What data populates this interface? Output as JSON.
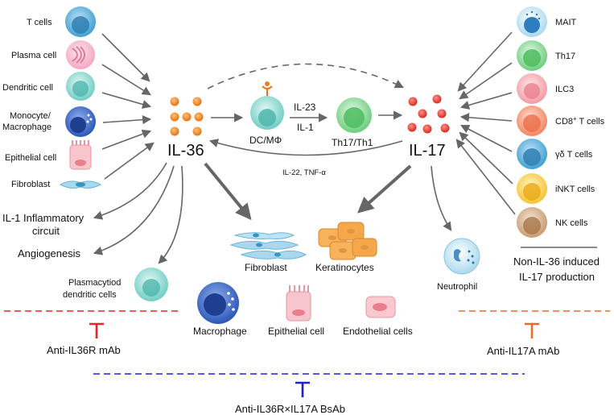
{
  "left_sources": [
    {
      "label": "T cells"
    },
    {
      "label": "Plasma cell"
    },
    {
      "label": "Dendritic cell"
    },
    {
      "label_line1": "Monocyte/",
      "label_line2": "Macrophage"
    },
    {
      "label": "Epithelial cell"
    },
    {
      "label": "Fibroblast"
    }
  ],
  "right_sources": [
    {
      "label": "MAIT"
    },
    {
      "label": "Th17"
    },
    {
      "label": "ILC3"
    },
    {
      "label_main": "CD8",
      "label_sup": "+",
      "label_rest": " T cells"
    },
    {
      "label": "γδ T cells"
    },
    {
      "label": "iNKT cells"
    },
    {
      "label": "NK cells"
    }
  ],
  "center": {
    "il36_label": "IL-36",
    "il17_label": "IL-17",
    "dc_label": "DC/MΦ",
    "th_label": "Th17/Th1",
    "il23_label": "IL-23",
    "il1_label": "IL-1",
    "feedback_label": "IL-22, TNF-α"
  },
  "il36_targets": {
    "il1_circuit_line1": "IL-1 Inflammatory",
    "il1_circuit_line2": "circuit",
    "angiogenesis": "Angiogenesis",
    "pdc_line1": "Plasmacytiod",
    "pdc_line2": "dendritic cells"
  },
  "downstream": {
    "fibroblast": "Fibroblast",
    "keratinocytes": "Keratinocytes",
    "neutrophil": "Neutrophil",
    "macrophage": "Macrophage",
    "epithelial": "Epithelial cell",
    "endothelial": "Endothelial cells"
  },
  "non_il36_line1": "Non-IL-36 induced",
  "non_il36_line2": "IL-17 production",
  "inhibitors": {
    "il36r": {
      "label": "Anti-IL36R mAb",
      "color": "#e8262a"
    },
    "il17a": {
      "label": "Anti-IL17A mAb",
      "color": "#ee6a2b"
    },
    "bsab": {
      "label": "Anti-IL36R×IL17A BsAb",
      "color": "#1a22d6"
    }
  },
  "colors": {
    "il36_dots": "#f07d1a",
    "il17_dots": "#e23a32",
    "arrow": "#666666"
  }
}
